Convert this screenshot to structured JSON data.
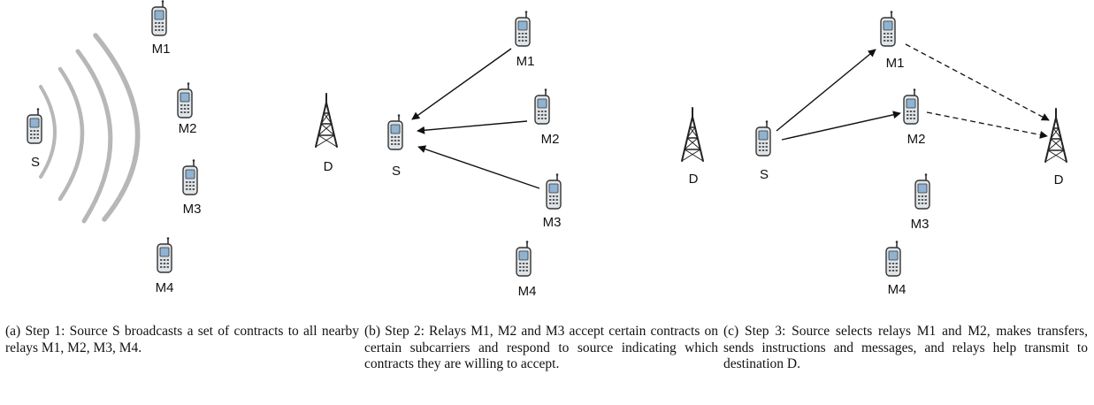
{
  "colors": {
    "phone_body": "#dfe4e8",
    "phone_screen": "#8fb3d1",
    "phone_outline": "#333333",
    "tower": "#222222",
    "waves": "#b7b7b7",
    "arrow": "#111111"
  },
  "icons": {
    "phone": "mobile-phone-icon",
    "tower": "cell-tower-icon",
    "broadcast": "broadcast-waves"
  },
  "panels": [
    {
      "id": "a",
      "caption": "(a) Step 1: Source S broadcasts a set of contracts to all nearby relays M1, M2, M3, M4.",
      "nodes": [
        {
          "id": "S",
          "label": "S",
          "kind": "phone"
        },
        {
          "id": "M1",
          "label": "M1",
          "kind": "phone"
        },
        {
          "id": "M2",
          "label": "M2",
          "kind": "phone"
        },
        {
          "id": "M3",
          "label": "M3",
          "kind": "phone"
        },
        {
          "id": "M4",
          "label": "M4",
          "kind": "phone"
        }
      ],
      "edges": []
    },
    {
      "id": "b",
      "caption": "(b) Step 2: Relays M1, M2 and M3 accept certain contracts on certain subcarriers and respond to source indicating which contracts they are willing to accept.",
      "nodes": [
        {
          "id": "D",
          "label": "D",
          "kind": "tower"
        },
        {
          "id": "S",
          "label": "S",
          "kind": "phone"
        },
        {
          "id": "M1",
          "label": "M1",
          "kind": "phone"
        },
        {
          "id": "M2",
          "label": "M2",
          "kind": "phone"
        },
        {
          "id": "M3",
          "label": "M3",
          "kind": "phone"
        },
        {
          "id": "M4",
          "label": "M4",
          "kind": "phone"
        }
      ],
      "edges": [
        {
          "from": "M1",
          "to": "S",
          "style": "solid"
        },
        {
          "from": "M2",
          "to": "S",
          "style": "solid"
        },
        {
          "from": "M3",
          "to": "S",
          "style": "solid"
        }
      ]
    },
    {
      "id": "c",
      "caption": "(c) Step 3: Source selects relays M1 and M2, makes transfers, sends instructions and messages, and relays help transmit to destination D.",
      "nodes": [
        {
          "id": "D_left",
          "label": "D",
          "kind": "tower"
        },
        {
          "id": "S",
          "label": "S",
          "kind": "phone"
        },
        {
          "id": "M1",
          "label": "M1",
          "kind": "phone"
        },
        {
          "id": "M2",
          "label": "M2",
          "kind": "phone"
        },
        {
          "id": "M3",
          "label": "M3",
          "kind": "phone"
        },
        {
          "id": "M4",
          "label": "M4",
          "kind": "phone"
        },
        {
          "id": "D_right",
          "label": "D",
          "kind": "tower"
        }
      ],
      "edges": [
        {
          "from": "S",
          "to": "M1",
          "style": "solid"
        },
        {
          "from": "S",
          "to": "M2",
          "style": "solid"
        },
        {
          "from": "M1",
          "to": "D_right",
          "style": "dashed"
        },
        {
          "from": "M2",
          "to": "D_right",
          "style": "dashed"
        }
      ]
    }
  ]
}
